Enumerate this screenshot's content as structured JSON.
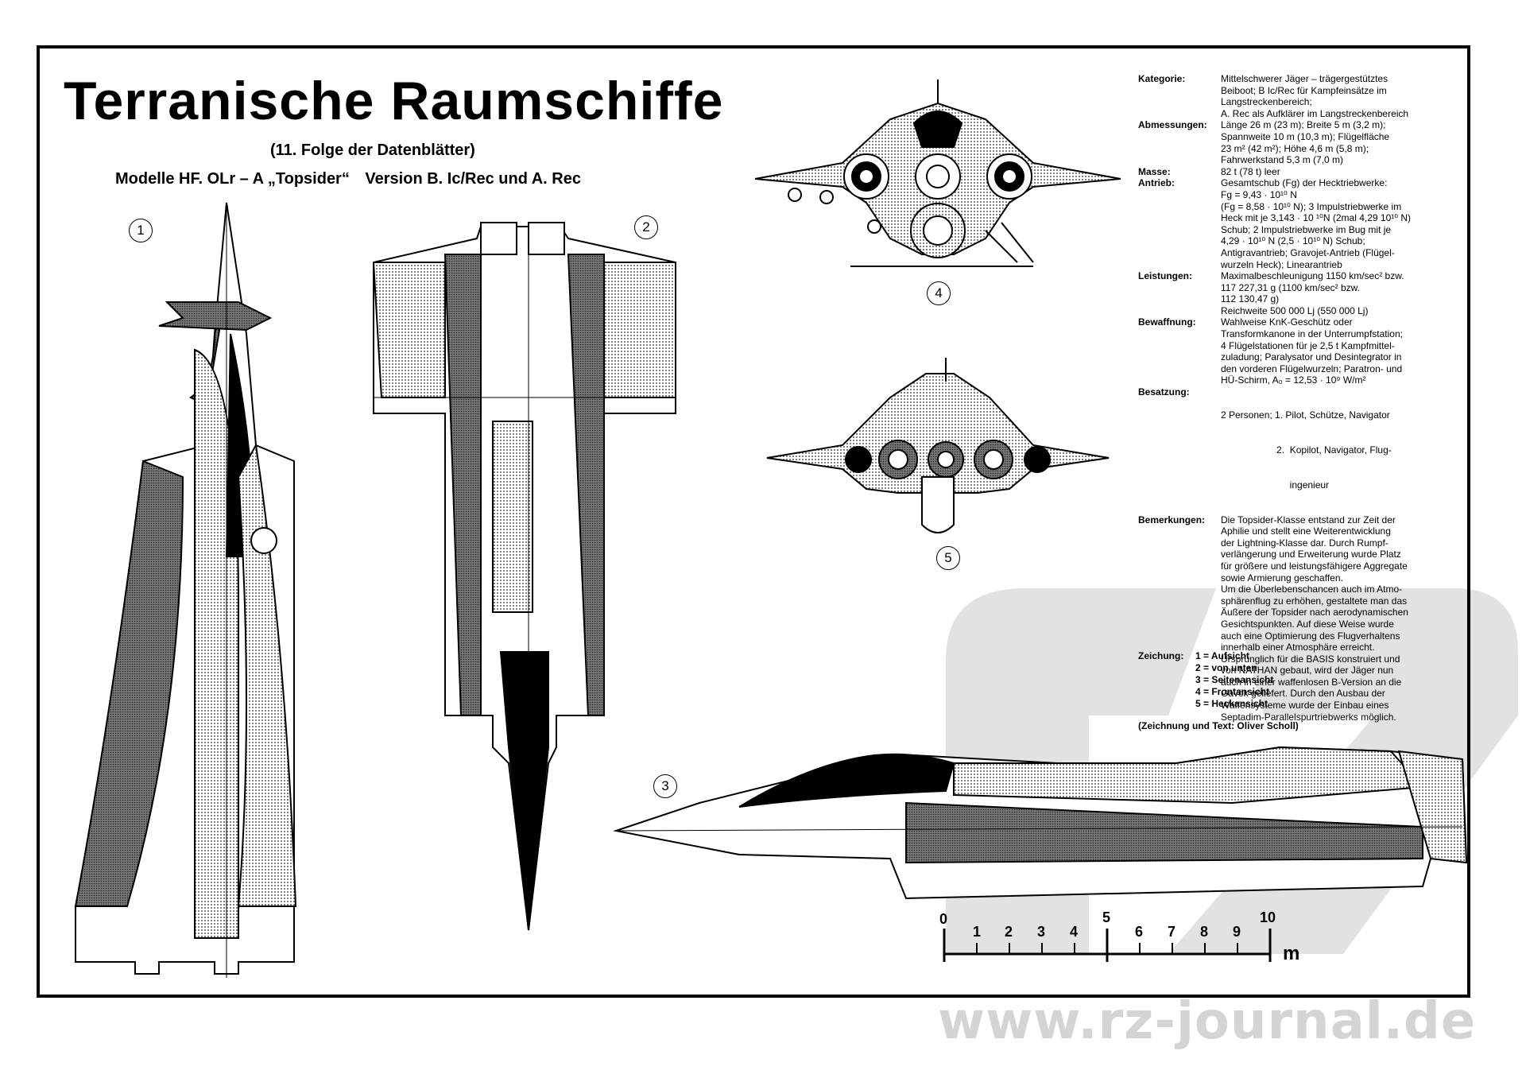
{
  "header": {
    "title": "Terranische Raumschiffe",
    "subtitle": "(11. Folge der Datenblätter)",
    "models_line": [
      "Modelle HF. OLr – A „Topsider“",
      "Version B. Ic/Rec und A. Rec"
    ]
  },
  "views": {
    "v1": "1",
    "v2": "2",
    "v3": "3",
    "v4": "4",
    "v5": "5"
  },
  "specs": [
    {
      "label": "Kategorie:",
      "lines": [
        "Mittelschwerer Jäger – trägergestütztes",
        "Beiboot; B Ic/Rec für Kampfeinsätze im",
        "Langstreckenbereich;",
        "A. Rec als Aufklärer im Langstreckenbereich"
      ]
    },
    {
      "label": "Abmessungen:",
      "lines": [
        "Länge 26 m (23 m); Breite 5 m (3,2 m);",
        "Spannweite 10 m (10,3 m); Flügelfläche",
        "23 m² (42 m²); Höhe 4,6 m (5,8 m);",
        "Fahrwerkstand 5,3 m (7,0 m)"
      ]
    },
    {
      "label": "Masse:",
      "lines": [
        "82 t (78 t) leer"
      ]
    },
    {
      "label": "Antrieb:",
      "lines": [
        "Gesamtschub (Fg) der Hecktriebwerke:",
        "Fg = 9,43 · 10¹⁰ N",
        "(Fg = 8,58 · 10¹⁰ N); 3 Impulstriebwerke im",
        "Heck mit je 3,143 · 10 ¹⁰N (2mal 4,29   10¹⁰ N)",
        "Schub; 2 Impulstriebwerke im Bug mit je",
        "4,29 · 10¹⁰ N (2,5 · 10¹⁰ N) Schub;",
        "Antigravantrieb; Gravojet-Antrieb (Flügel-",
        "wurzeln Heck); Linearantrieb"
      ]
    },
    {
      "label": "Leistungen:",
      "lines": [
        "Maximalbeschleunigung 1150 km/sec² bzw.",
        "117 227,31 g (1100 km/sec² bzw.",
        "112 130,47 g)",
        "Reichweite 500 000 Lj (550 000 Lj)"
      ]
    },
    {
      "label": "Bewaffnung:",
      "lines": [
        "Wahlweise KnK-Geschütz oder",
        "Transformkanone in der Unterrumpfstation;",
        "4 Flügelstationen für je 2,5 t Kampfmittel-",
        "zuladung; Paralysator und Desintegrator in",
        "den vorderen Flügelwurzeln; Paratron- und",
        "HÜ-Schirm, A₀ = 12,53 · 10⁹ W/m²"
      ]
    },
    {
      "label": "Besatzung:",
      "lines": [
        "2 Personen; 1.  Pilot, Schütze, Navigator",
        "                     2.  Kopilot, Navigator, Flug-",
        "                          ingenieur"
      ]
    },
    {
      "label": "Bemerkungen:",
      "lines": [
        "Die Topsider-Klasse entstand zur Zeit der",
        "Aphilie und stellt eine Weiterentwicklung",
        "der Lightning-Klasse dar. Durch Rumpf-",
        "verlängerung und Erweiterung wurde Platz",
        "für größere und leistungsfähigere Aggregate",
        "sowie Armierung geschaffen.",
        "Um die Überlebenschancen auch im Atmo-",
        "sphärenflug zu erhöhen, gestaltete man das",
        "Äußere der Topsider nach aerodynamischen",
        "Gesichtspunkten. Auf diese Weise wurde",
        "auch eine Optimierung des Flugverhaltens",
        "innerhalb einer Atmosphäre erreicht.",
        "Ursprünglich für die BASIS konstruiert und",
        "von NATHAN gebaut, wird der Jäger nun",
        "auch in einer waffenlosen B-Version an die",
        "Gavök geliefert. Durch den Ausbau der",
        "Waffensysteme wurde der Einbau eines",
        "Septadim-Parallelspurtriebwerks möglich."
      ]
    }
  ],
  "legend": {
    "header": "Zeichung:",
    "items": [
      "1 = Aufsicht",
      "2 = von unten",
      "3 = Seitenansicht",
      "4 = Frontansicht",
      "5 = Heckansicht"
    ]
  },
  "credit": "(Zeichnung und Text: Oliver Scholl)",
  "scale": {
    "labels": [
      "0",
      "1",
      "2",
      "3",
      "4",
      "5",
      "6",
      "7",
      "8",
      "9",
      "10"
    ],
    "unit": "m"
  },
  "watermark": "www.rz-journal.de"
}
